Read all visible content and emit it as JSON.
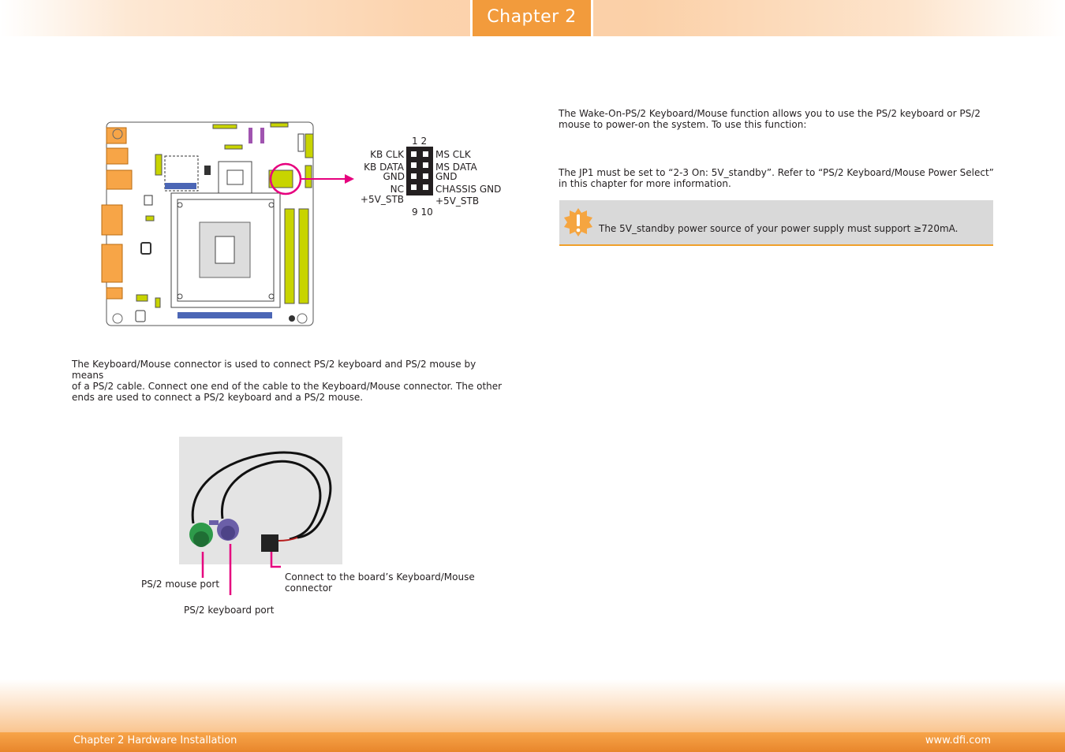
{
  "header": {
    "chapter_tab": "Chapter 2"
  },
  "board_pinout": {
    "pin_numbers_top": "1 2",
    "pin_numbers_bottom": "9 10",
    "left_labels": [
      "KB CLK",
      "KB DATA",
      "GND",
      "NC",
      "+5V_STB"
    ],
    "right_labels": [
      "MS CLK",
      "MS DATA",
      "GND",
      "CHASSIS GND",
      "+5V_STB"
    ]
  },
  "left_paragraph": [
    "The Keyboard/Mouse connector is used to connect PS/2 keyboard and PS/2 mouse by means",
    "of a PS/2 cable. Connect one end of the cable to the Keyboard/Mouse connector. The other",
    "ends are used to connect a PS/2 keyboard and a PS/2 mouse."
  ],
  "cable_callouts": {
    "mouse_port": "PS/2 mouse port",
    "keyboard_port": "PS/2 keyboard port",
    "board_connector": [
      "Connect to the board’s Keyboard/Mouse",
      "connector"
    ]
  },
  "right_paragraph_1": [
    "The Wake-On-PS/2 Keyboard/Mouse function allows you to use the PS/2 keyboard or PS/2",
    "mouse to power-on the system. To use this function:"
  ],
  "right_paragraph_2": [
    "The JP1 must be set to “2-3 On: 5V_standby”. Refer to “PS/2 Keyboard/Mouse Power Select”",
    "in this chapter for more information."
  ],
  "note": {
    "text": "The 5V_standby power source of your power supply must support ≥720mA.",
    "icon": "exclamation-icon"
  },
  "footer": {
    "left": "Chapter 2 Hardware Installation",
    "right": "www.dfi.com"
  },
  "colors": {
    "accent": "#f29b3c",
    "callout": "#e6007e",
    "board_green": "#c8d400",
    "mouse_green": "#2e9a4a",
    "keyboard_purple": "#6b5fa8"
  }
}
